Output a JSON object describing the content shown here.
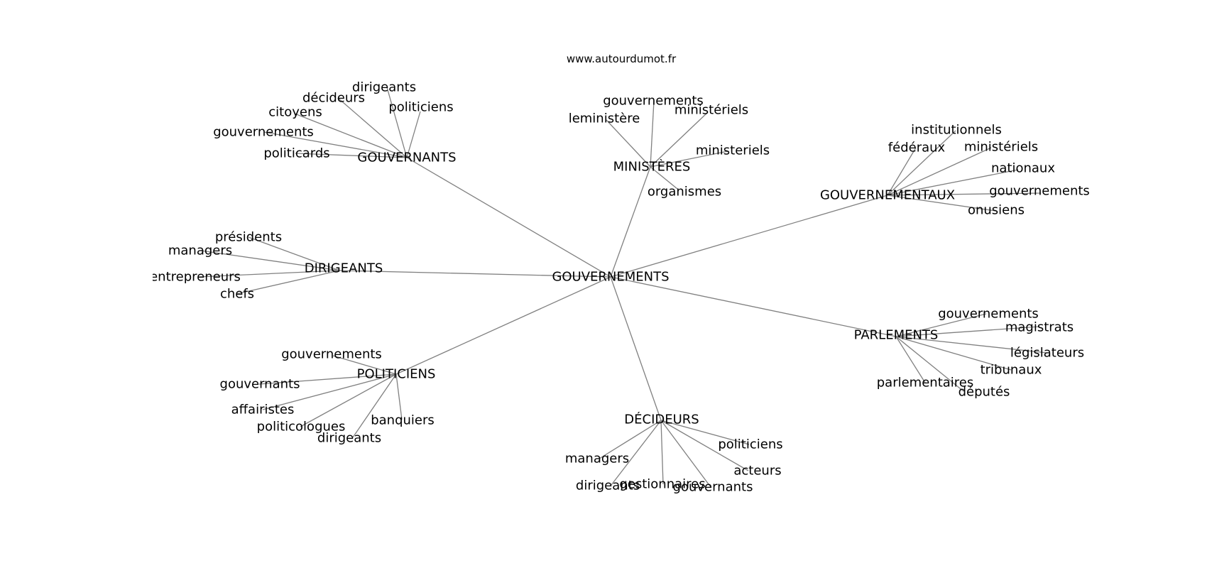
{
  "credit": "www.autourdumot.fr",
  "colors": {
    "edge": "#808080",
    "text": "#000000",
    "background": "#ffffff"
  },
  "graph": {
    "center": "GOUVERNEMENTS",
    "hubs": [
      {
        "id": "gouvernants",
        "label": "GOUVERNANTS",
        "leaves": [
          "dirigeants",
          "décideurs",
          "politiciens",
          "citoyens",
          "gouvernements",
          "politicards"
        ]
      },
      {
        "id": "ministeres",
        "label": "MINISTÈRES",
        "leaves": [
          "gouvernements",
          "ministériels",
          "leministère",
          "ministeriels",
          "organismes"
        ]
      },
      {
        "id": "gouvernementaux",
        "label": "GOUVERNEMENTAUX",
        "leaves": [
          "institutionnels",
          "fédéraux",
          "ministériels",
          "nationaux",
          "gouvernements",
          "onusiens"
        ]
      },
      {
        "id": "dirigeants",
        "label": "DIRIGEANTS",
        "leaves": [
          "présidents",
          "managers",
          "entrepreneurs",
          "chefs"
        ]
      },
      {
        "id": "politiciens",
        "label": "POLITICIENS",
        "leaves": [
          "gouvernements",
          "gouvernants",
          "affairistes",
          "politicologues",
          "dirigeants",
          "banquiers"
        ]
      },
      {
        "id": "decideurs",
        "label": "DÉCIDEURS",
        "leaves": [
          "politiciens",
          "managers",
          "acteurs",
          "dirigeants",
          "gestionnaires",
          "gouvernants"
        ]
      },
      {
        "id": "parlements",
        "label": "PARLEMENTS",
        "leaves": [
          "gouvernements",
          "magistrats",
          "législateurs",
          "tribunaux",
          "parlementaires",
          "députés"
        ]
      }
    ]
  }
}
